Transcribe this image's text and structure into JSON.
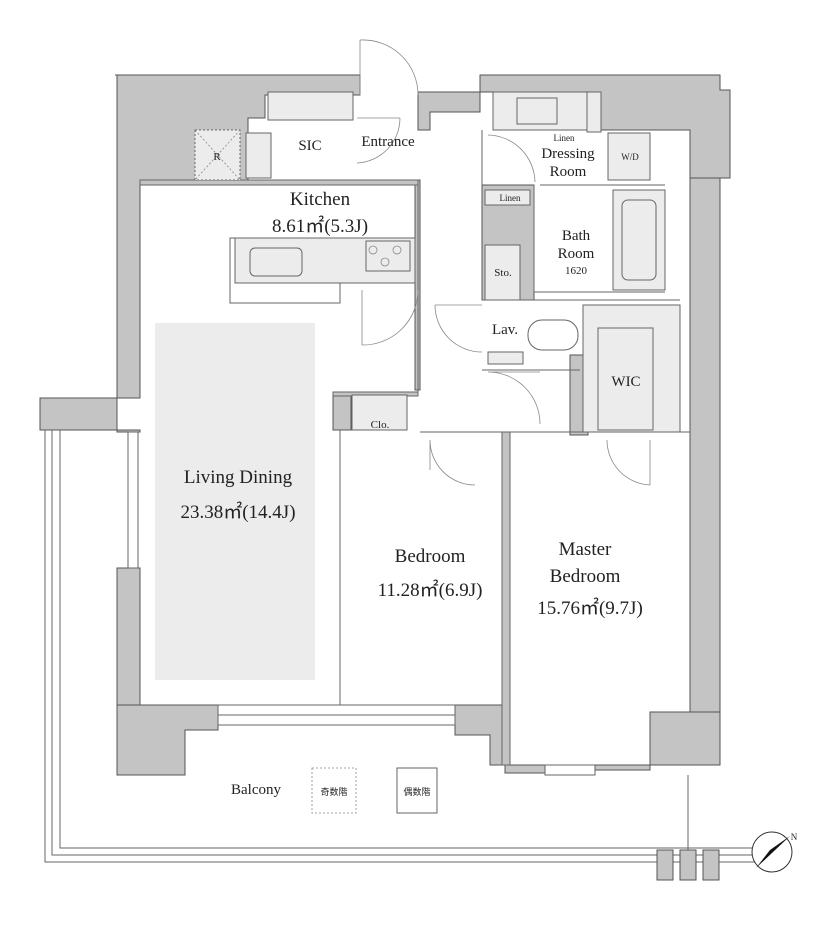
{
  "rooms": {
    "kitchen": {
      "name": "Kitchen",
      "area": "8.61㎡(5.3J)"
    },
    "living": {
      "name": "Living Dining",
      "area": "23.38㎡(14.4J)"
    },
    "bedroom": {
      "name": "Bedroom",
      "area": "11.28㎡(6.9J)"
    },
    "master": {
      "name_line1": "Master",
      "name_line2": "Bedroom",
      "area": "15.76㎡(9.7J)"
    },
    "sic": "SIC",
    "entrance": "Entrance",
    "r": "R",
    "dressing": {
      "line1": "Dressing",
      "line2": "Room"
    },
    "linen_top": "Linen",
    "linen": "Linen",
    "wd": "W/D",
    "bath": {
      "line1": "Bath",
      "line2": "Room",
      "size": "1620"
    },
    "sto": "Sto.",
    "lav": "Lav.",
    "wic": "WIC",
    "clo": "Clo.",
    "balcony": "Balcony"
  },
  "balcony_marks": {
    "odd_floor": "奇数階",
    "even_floor": "偶数階"
  },
  "compass": {
    "icon": "north-arrow-icon",
    "letter": "N"
  },
  "colors": {
    "wall": "#c4c4c4",
    "living_floor": "#ececec"
  }
}
